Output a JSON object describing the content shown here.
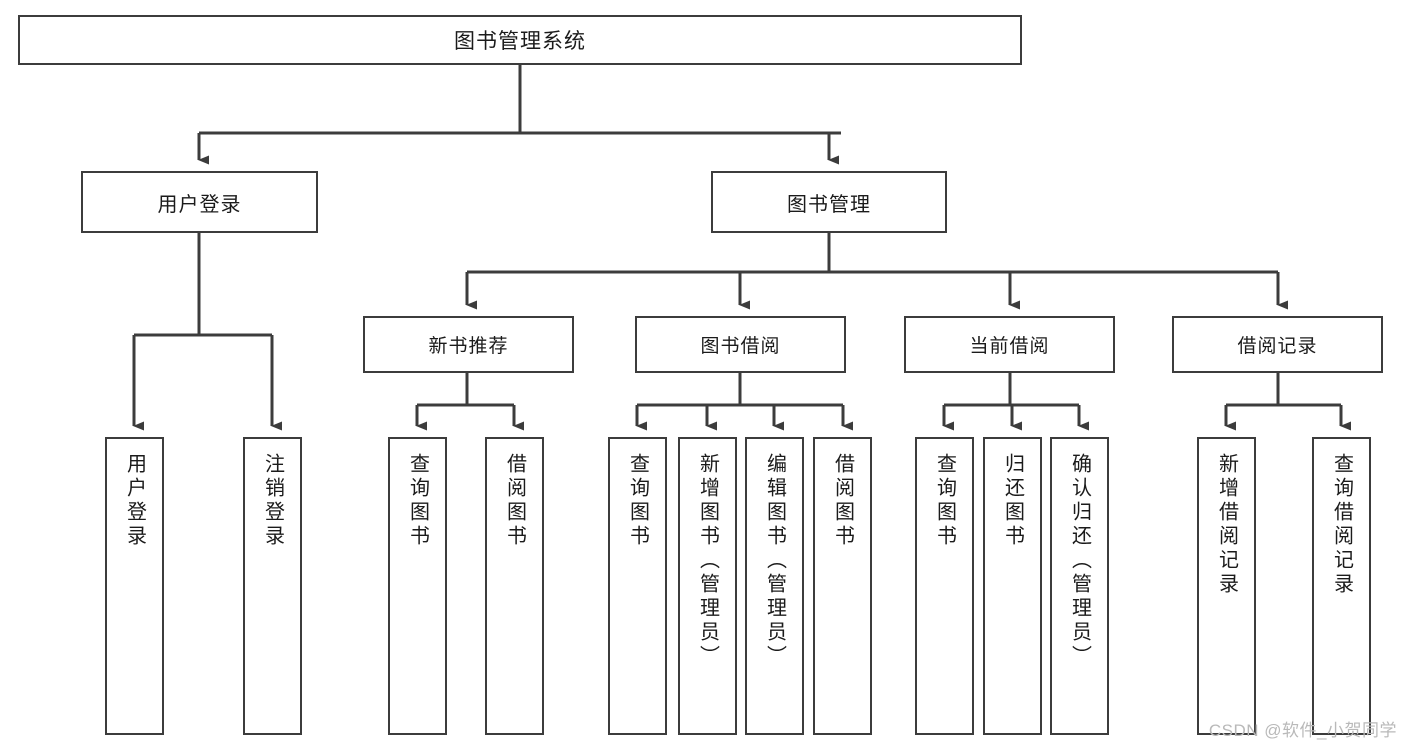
{
  "diagram": {
    "title": "图书管理系统",
    "watermark": "CSDN @软件_小贺同学",
    "root": {
      "label": "图书管理系统"
    },
    "level1": [
      {
        "label": "用户登录"
      },
      {
        "label": "图书管理"
      }
    ],
    "level2": [
      {
        "label": "新书推荐"
      },
      {
        "label": "图书借阅"
      },
      {
        "label": "当前借阅"
      },
      {
        "label": "借阅记录"
      }
    ],
    "leaves": {
      "user_login": [
        {
          "label": "用户登录"
        },
        {
          "label": "注销登录"
        }
      ],
      "new_book_recommend": [
        {
          "label": "查询图书"
        },
        {
          "label": "借阅图书"
        }
      ],
      "book_borrow": [
        {
          "label": "查询图书"
        },
        {
          "label": "新增图书（管理员）"
        },
        {
          "label": "编辑图书（管理员）"
        },
        {
          "label": "借阅图书"
        }
      ],
      "current_borrow": [
        {
          "label": "查询图书"
        },
        {
          "label": "归还图书"
        },
        {
          "label": "确认归还（管理员）"
        }
      ],
      "borrow_record": [
        {
          "label": "新增借阅记录"
        },
        {
          "label": "查询借阅记录"
        }
      ]
    },
    "colors": {
      "border": "#3c3c3c",
      "fill": "#ffffff",
      "text": "#1b1b1b",
      "watermark": "#b9b9b9"
    }
  }
}
